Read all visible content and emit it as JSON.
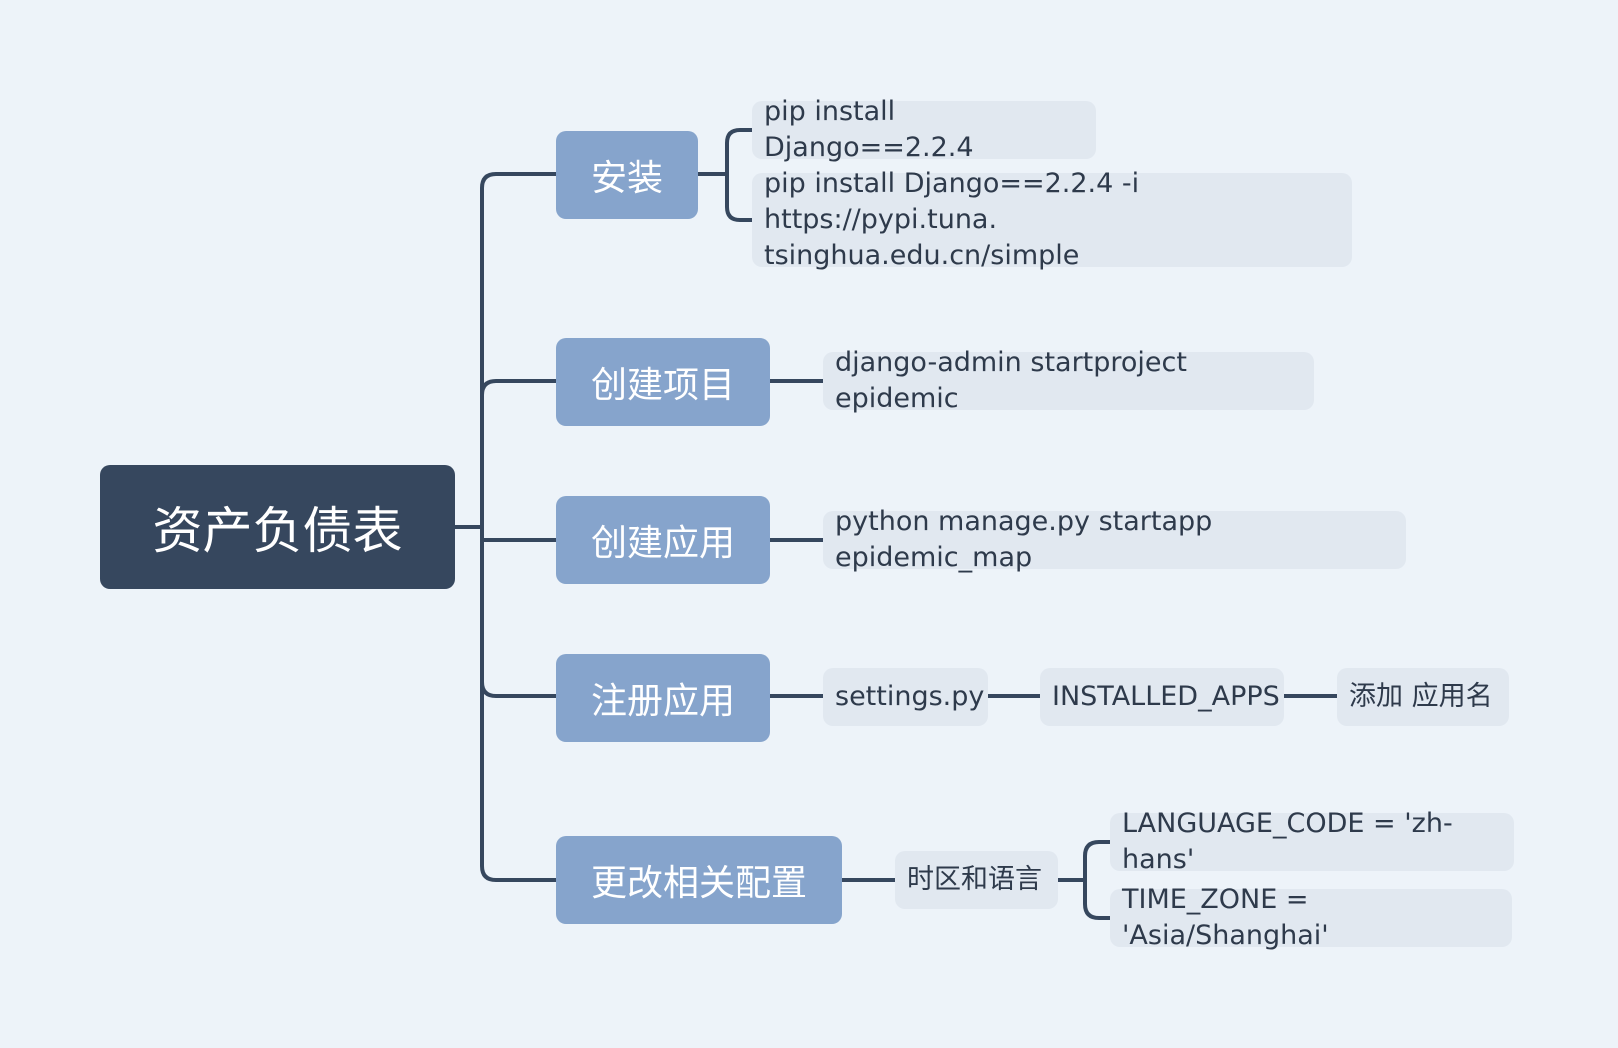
{
  "root": {
    "label": "资产负债表"
  },
  "branches": {
    "install": {
      "label": "安装",
      "children": [
        "pip install Django==2.2.4"
      ],
      "mirror": {
        "line1": "pip install Django==2.2.4 -i https://pypi.tuna.",
        "line2": "tsinghua.edu.cn/simple"
      }
    },
    "create_project": {
      "label": "创建项目",
      "command": "django-admin startproject epidemic"
    },
    "create_app": {
      "label": "创建应用",
      "command": "python manage.py startapp epidemic_map"
    },
    "register_app": {
      "label": "注册应用",
      "steps": [
        "settings.py",
        "INSTALLED_APPS",
        "添加 应用名"
      ]
    },
    "config": {
      "label": "更改相关配置",
      "group": "时区和语言",
      "settings": [
        "LANGUAGE_CODE = 'zh-hans'",
        "TIME_ZONE = 'Asia/Shanghai'"
      ]
    }
  },
  "colors": {
    "background": "#edf3f9",
    "root": "#36475e",
    "branch": "#86a4cc",
    "leaf": "#e1e8f0",
    "line": "#36475e"
  }
}
